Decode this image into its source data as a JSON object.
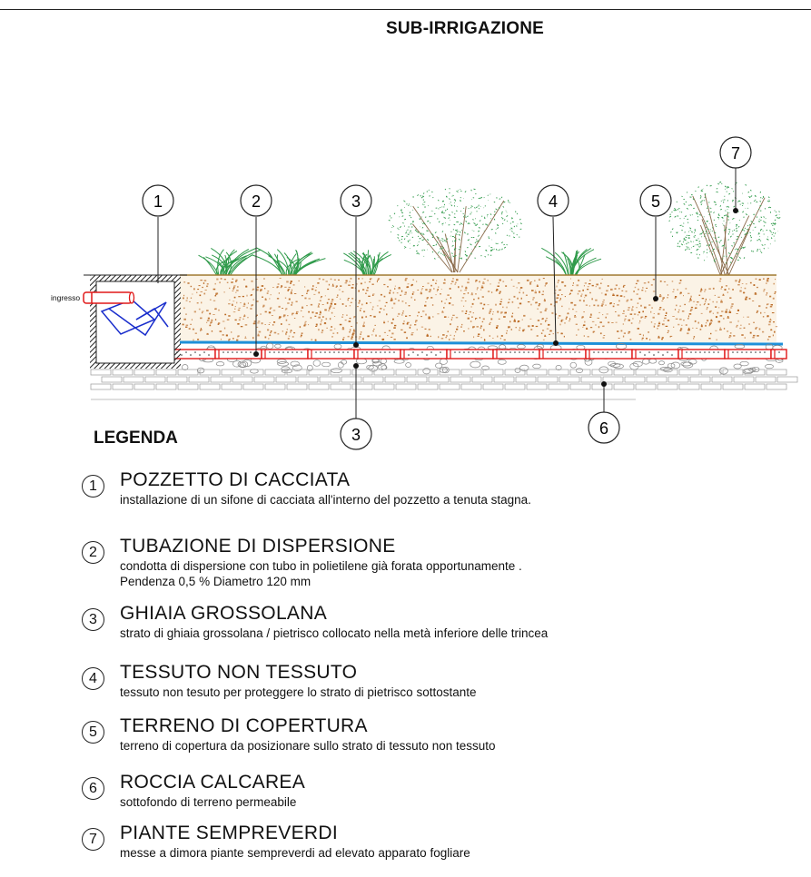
{
  "title": "SUB-IRRIGAZIONE",
  "diagram": {
    "inlet_label": "ingresso",
    "callouts": [
      "1",
      "2",
      "3",
      "4",
      "5",
      "6",
      "7",
      "3"
    ]
  },
  "legend": {
    "title": "LEGENDA",
    "items": [
      {
        "num": "1",
        "name": "POZZETTO DI CACCIATA",
        "desc": [
          "installazione di un sifone di cacciata all'interno del pozzetto a tenuta stagna."
        ]
      },
      {
        "num": "2",
        "name": "TUBAZIONE DI DISPERSIONE",
        "desc": [
          "condotta di dispersione con tubo in polietilene già forata opportunamente .",
          "Pendenza 0,5 % Diametro 120 mm"
        ]
      },
      {
        "num": "3",
        "name": "GHIAIA GROSSOLANA",
        "desc": [
          "strato di ghiaia grossolana / pietrisco collocato nella metà inferiore delle trincea"
        ]
      },
      {
        "num": "4",
        "name": "TESSUTO NON TESSUTO",
        "desc": [
          "tessuto non tesuto per proteggere lo strato di pietrisco sottostante"
        ]
      },
      {
        "num": "5",
        "name": "TERRENO DI COPERTURA",
        "desc": [
          "terreno di copertura da posizionare sullo strato di tessuto non tessuto"
        ]
      },
      {
        "num": "6",
        "name": "ROCCIA CALCAREA",
        "desc": [
          "sottofondo di terreno permeabile"
        ]
      },
      {
        "num": "7",
        "name": "PIANTE SEMPREVERDI",
        "desc": [
          "messe a dimora piante sempreverdi ad elevato apparato fogliare"
        ]
      }
    ]
  },
  "colors": {
    "soil": "#b8651e",
    "soil_line": "#a07a30",
    "fabric": "#1e90d8",
    "pipe": "#e01818",
    "plant": "#2f9a4a",
    "siphon": "#1a2ecc",
    "line": "#222222"
  }
}
